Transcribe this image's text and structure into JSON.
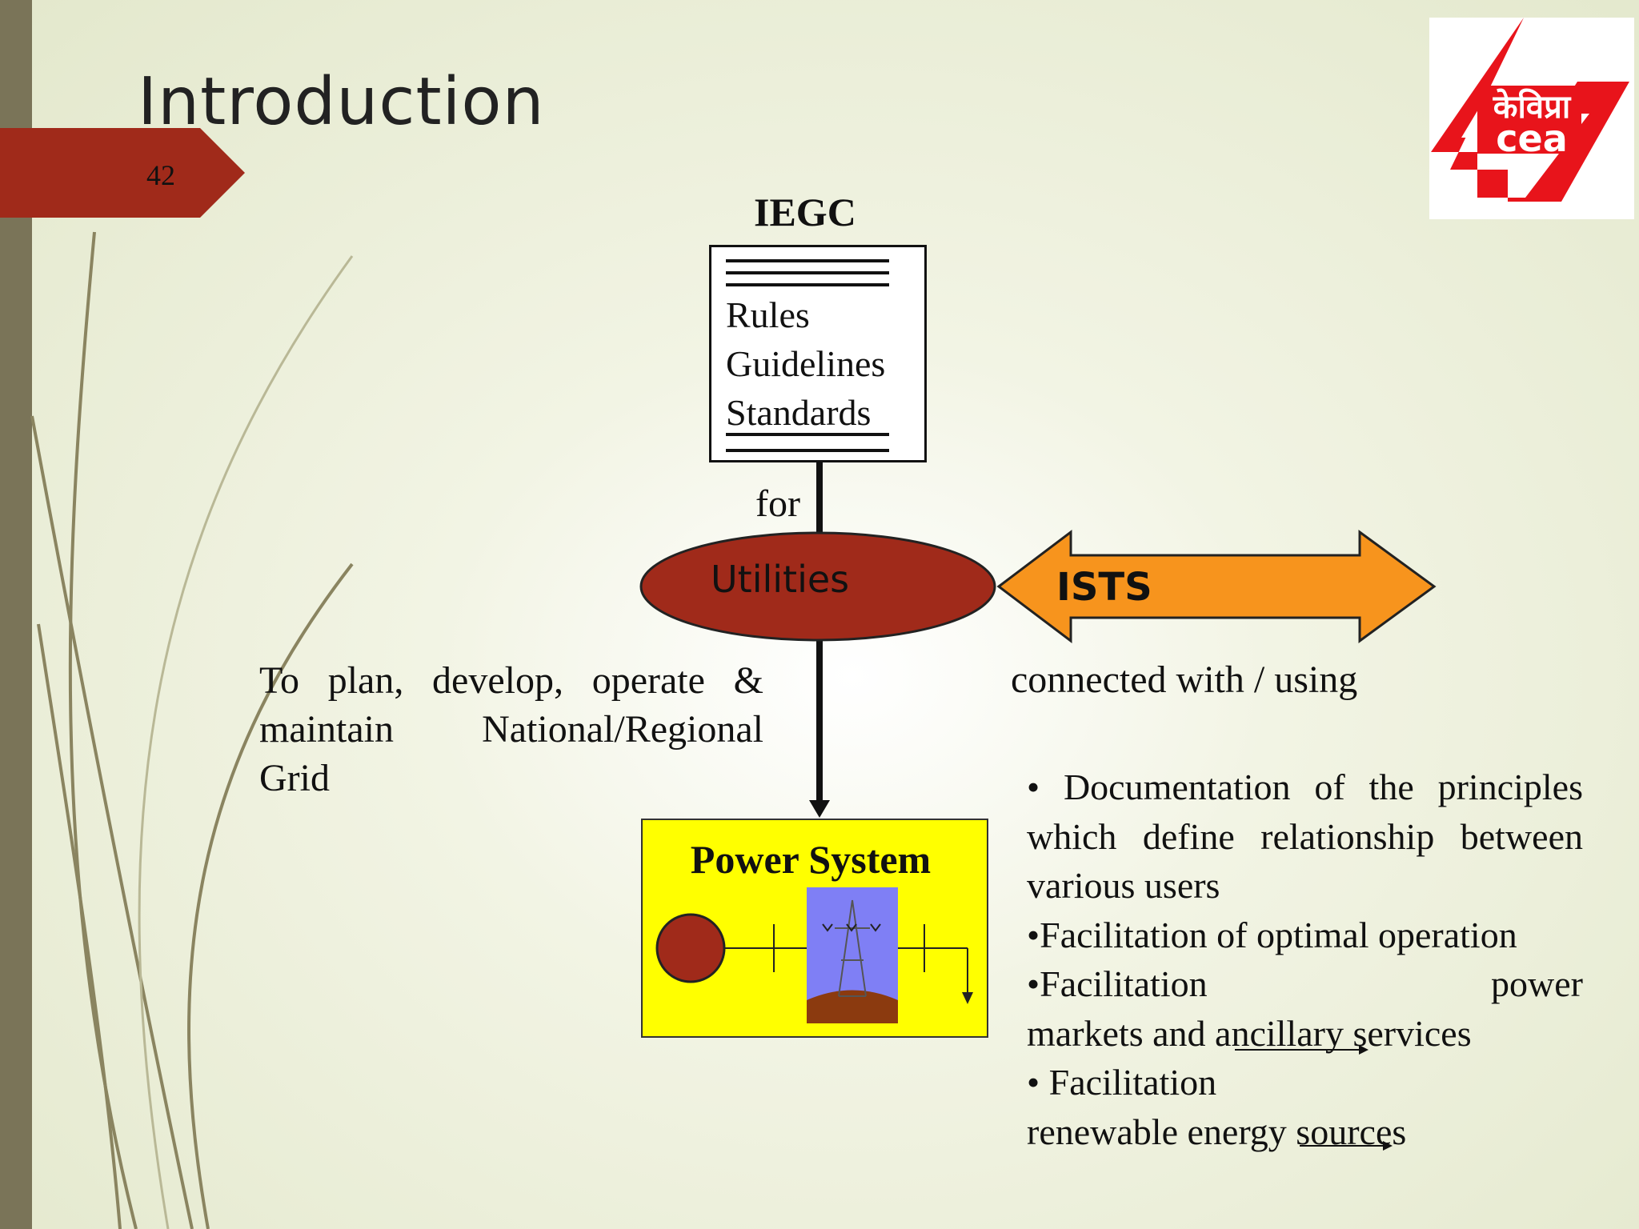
{
  "slide": {
    "title": "Introduction",
    "page_number": "42"
  },
  "logo": {
    "hindi_text": "केविप्रा",
    "latin_text": "cea",
    "color": "#e8141b"
  },
  "diagram": {
    "top_label": "IEGC",
    "box_lines": [
      "Rules",
      "Guidelines",
      "Standards"
    ],
    "connector_label": "for",
    "ellipse_label": "Utilities",
    "arrow_label": "ISTS",
    "left_text": "To plan, develop,  operate & maintain National/Regional Grid",
    "right_label": "connected with / using",
    "power_system_label": "Power System"
  },
  "bullets": [
    "• Documentation of the principles which define relationship between various users",
    "•Facilitation of optimal operation",
    "•Facilitation power",
    "markets and ancillary services",
    "• Facilitation",
    "renewable energy sources"
  ],
  "colors": {
    "accent_red": "#a02a1a",
    "ists_orange": "#f7941d",
    "power_box_yellow": "#ffff00",
    "left_band": "#7a7458"
  }
}
